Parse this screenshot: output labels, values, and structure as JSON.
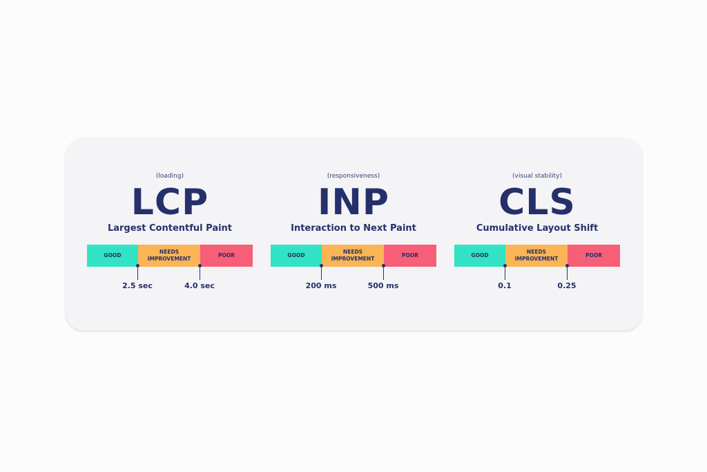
{
  "colors": {
    "good": "#31e3c4",
    "needs_improvement": "#fbb456",
    "poor": "#f75e77",
    "text": "#25306b",
    "card_background": "#f4f3f6"
  },
  "metrics": [
    {
      "category": "(loading)",
      "acronym": "LCP",
      "name": "Largest Contentful Paint",
      "bands": [
        "GOOD",
        "NEEDS IMPROVEMENT",
        "POOR"
      ],
      "thresholds": [
        "2.5 sec",
        "4.0 sec"
      ]
    },
    {
      "category": "(responsiveness)",
      "acronym": "INP",
      "name": "Interaction to Next Paint",
      "bands": [
        "GOOD",
        "NEEDS IMPROVEMENT",
        "POOR"
      ],
      "thresholds": [
        "200 ms",
        "500 ms"
      ]
    },
    {
      "category": "(visual stability)",
      "acronym": "CLS",
      "name": "Cumulative Layout Shift",
      "bands": [
        "GOOD",
        "NEEDS IMPROVEMENT",
        "POOR"
      ],
      "thresholds": [
        "0.1",
        "0.25"
      ]
    }
  ]
}
